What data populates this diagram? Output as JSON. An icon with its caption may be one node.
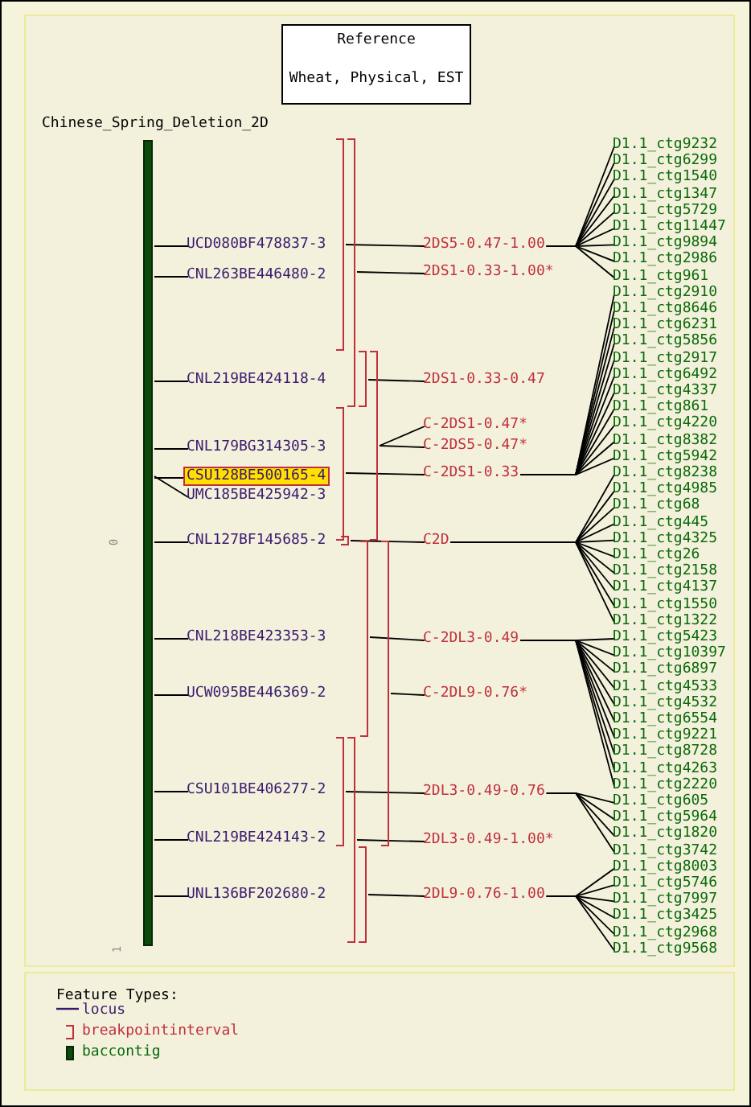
{
  "diagram": {
    "nodes": [
      {
        "text": [
          "Reference",
          "Wheat, Physical, EST"
        ]
      },
      {
        "text": [],
        "shape": "bar"
      },
      {
        "text": [
          "UCD080BF478837-3"
        ]
      },
      {
        "text": [
          "CNL263BE446480-2"
        ]
      },
      {
        "text": [
          "CNL219BE424118-4"
        ]
      },
      {
        "text": [
          "CNL179BG314305-3"
        ]
      },
      {
        "text": [
          "CSU128BE500165-4"
        ]
      },
      {
        "text": [
          "UMC185BE425942-3"
        ]
      },
      {
        "text": [
          "CNL127BF145685-2"
        ]
      },
      {
        "text": [
          "CNL218BE423353-3"
        ]
      },
      {
        "text": [
          "UCW095BE446369-2"
        ]
      },
      {
        "text": [
          "CSU101BE406277-2"
        ]
      },
      {
        "text": [
          "CNL219BE424143-2"
        ]
      },
      {
        "text": [
          "UNL136BF202680-2"
        ]
      },
      {
        "text": [],
        "shape": "bracket"
      },
      {
        "text": [],
        "shape": "bracket"
      },
      {
        "text": [],
        "shape": "bracket"
      },
      {
        "text": [],
        "shape": "bracket"
      },
      {
        "text": [],
        "shape": "bracket"
      },
      {
        "text": [],
        "shape": "bracket"
      },
      {
        "text": [],
        "shape": "bracket"
      },
      {
        "text": [],
        "shape": "bracket"
      },
      {
        "text": [],
        "shape": "bracket"
      },
      {
        "text": [],
        "shape": "bracket"
      },
      {
        "text": [],
        "shape": "bracket"
      },
      {
        "text": [
          "2DS5-0.47-1.00"
        ]
      },
      {
        "text": [
          "2DS1-0.33-1.00*"
        ]
      },
      {
        "text": [
          "2DS1-0.33-0.47"
        ]
      },
      {
        "text": [
          "C-2DS1-0.47*"
        ]
      },
      {
        "text": [
          "C-2DS5-0.47*"
        ]
      },
      {
        "text": [
          "C-2DS1-0.33"
        ]
      },
      {
        "text": [
          "C2D"
        ]
      },
      {
        "text": [
          "C-2DL3-0.49"
        ]
      },
      {
        "text": [
          "C-2DL9-0.76*"
        ]
      },
      {
        "text": [
          "2DL3-0.49-0.76"
        ]
      },
      {
        "text": [
          "2DL3-0.49-1.00*"
        ]
      },
      {
        "text": [
          "2DL9-0.76-1.00"
        ]
      },
      {
        "text": [
          "D1.1_ctg9232"
        ]
      },
      {
        "text": [
          "D1.1_ctg6299"
        ]
      },
      {
        "text": [
          "D1.1_ctg1540"
        ]
      },
      {
        "text": [
          "D1.1_ctg1347"
        ]
      },
      {
        "text": [
          "D1.1_ctg5729"
        ]
      },
      {
        "text": [
          "D1.1_ctg11447"
        ]
      },
      {
        "text": [
          "D1.1_ctg9894"
        ]
      },
      {
        "text": [
          "D1.1_ctg2986"
        ]
      },
      {
        "text": [
          "D1.1_ctg961"
        ]
      },
      {
        "text": [
          "D1.1_ctg2910"
        ]
      },
      {
        "text": [
          "D1.1_ctg8646"
        ]
      },
      {
        "text": [
          "D1.1_ctg6231"
        ]
      },
      {
        "text": [
          "D1.1_ctg5856"
        ]
      },
      {
        "text": [
          "D1.1_ctg2917"
        ]
      },
      {
        "text": [
          "D1.1_ctg6492"
        ]
      },
      {
        "text": [
          "D1.1_ctg4337"
        ]
      },
      {
        "text": [
          "D1.1_ctg861"
        ]
      },
      {
        "text": [
          "D1.1_ctg4220"
        ]
      },
      {
        "text": [
          "D1.1_ctg8382"
        ]
      },
      {
        "text": [
          "D1.1_ctg5942"
        ]
      },
      {
        "text": [
          "D1.1_ctg8238"
        ]
      },
      {
        "text": [
          "D1.1_ctg4985"
        ]
      },
      {
        "text": [
          "D1.1_ctg68"
        ]
      },
      {
        "text": [
          "D1.1_ctg445"
        ]
      },
      {
        "text": [
          "D1.1_ctg4325"
        ]
      },
      {
        "text": [
          "D1.1_ctg26"
        ]
      },
      {
        "text": [
          "D1.1_ctg2158"
        ]
      },
      {
        "text": [
          "D1.1_ctg4137"
        ]
      },
      {
        "text": [
          "D1.1_ctg1550"
        ]
      },
      {
        "text": [
          "D1.1_ctg1322"
        ]
      },
      {
        "text": [
          "D1.1_ctg5423"
        ]
      },
      {
        "text": [
          "D1.1_ctg10397"
        ]
      },
      {
        "text": [
          "D1.1_ctg6897"
        ]
      },
      {
        "text": [
          "D1.1_ctg4533"
        ]
      },
      {
        "text": [
          "D1.1_ctg4532"
        ]
      },
      {
        "text": [
          "D1.1_ctg6554"
        ]
      },
      {
        "text": [
          "D1.1_ctg9221"
        ]
      },
      {
        "text": [
          "D1.1_ctg8728"
        ]
      },
      {
        "text": [
          "D1.1_ctg4263"
        ]
      },
      {
        "text": [
          "D1.1_ctg2220"
        ]
      },
      {
        "text": [
          "D1.1_ctg605"
        ]
      },
      {
        "text": [
          "D1.1_ctg5964"
        ]
      },
      {
        "text": [
          "D1.1_ctg1820"
        ]
      },
      {
        "text": [
          "D1.1_ctg3742"
        ]
      },
      {
        "text": [
          "D1.1_ctg8003"
        ]
      },
      {
        "text": [
          "D1.1_ctg5746"
        ]
      },
      {
        "text": [
          "D1.1_ctg7997"
        ]
      },
      {
        "text": [
          "D1.1_ctg3425"
        ]
      },
      {
        "text": [
          "D1.1_ctg2968"
        ]
      },
      {
        "text": [
          "D1.1_ctg9568"
        ]
      }
    ],
    "edges": [
      {
        "from": 1,
        "to": 2,
        "arrow": "none"
      },
      {
        "from": 1,
        "to": 3,
        "arrow": "none"
      },
      {
        "from": 1,
        "to": 4,
        "arrow": "none"
      },
      {
        "from": 1,
        "to": 5,
        "arrow": "none"
      },
      {
        "from": 1,
        "to": 6,
        "arrow": "none"
      },
      {
        "from": 1,
        "to": 7,
        "arrow": "none"
      },
      {
        "from": 1,
        "to": 8,
        "arrow": "none"
      },
      {
        "from": 1,
        "to": 9,
        "arrow": "none"
      },
      {
        "from": 1,
        "to": 10,
        "arrow": "none"
      },
      {
        "from": 1,
        "to": 11,
        "arrow": "none"
      },
      {
        "from": 1,
        "to": 12,
        "arrow": "none"
      },
      {
        "from": 1,
        "to": 13,
        "arrow": "none"
      },
      {
        "from": 14,
        "to": 25,
        "arrow": "none"
      },
      {
        "from": 15,
        "to": 26,
        "arrow": "none"
      },
      {
        "from": 16,
        "to": 27,
        "arrow": "none"
      },
      {
        "from": 17,
        "to": 28,
        "arrow": "none"
      },
      {
        "from": 17,
        "to": 29,
        "arrow": "none"
      },
      {
        "from": 18,
        "to": 30,
        "arrow": "none"
      },
      {
        "from": 19,
        "to": 31,
        "arrow": "none"
      },
      {
        "from": 20,
        "to": 32,
        "arrow": "none"
      },
      {
        "from": 21,
        "to": 33,
        "arrow": "none"
      },
      {
        "from": 22,
        "to": 34,
        "arrow": "none"
      },
      {
        "from": 23,
        "to": 35,
        "arrow": "none"
      },
      {
        "from": 24,
        "to": 36,
        "arrow": "none"
      },
      {
        "from": 25,
        "to": 37,
        "arrow": "none"
      },
      {
        "from": 25,
        "to": 38,
        "arrow": "none"
      },
      {
        "from": 25,
        "to": 39,
        "arrow": "none"
      },
      {
        "from": 25,
        "to": 40,
        "arrow": "none"
      },
      {
        "from": 25,
        "to": 41,
        "arrow": "none"
      },
      {
        "from": 25,
        "to": 42,
        "arrow": "none"
      },
      {
        "from": 25,
        "to": 43,
        "arrow": "none"
      },
      {
        "from": 25,
        "to": 44,
        "arrow": "none"
      },
      {
        "from": 25,
        "to": 45,
        "arrow": "none"
      },
      {
        "from": 30,
        "to": 46,
        "arrow": "none"
      },
      {
        "from": 30,
        "to": 47,
        "arrow": "none"
      },
      {
        "from": 30,
        "to": 48,
        "arrow": "none"
      },
      {
        "from": 30,
        "to": 49,
        "arrow": "none"
      },
      {
        "from": 30,
        "to": 50,
        "arrow": "none"
      },
      {
        "from": 30,
        "to": 51,
        "arrow": "none"
      },
      {
        "from": 30,
        "to": 52,
        "arrow": "none"
      },
      {
        "from": 30,
        "to": 53,
        "arrow": "none"
      },
      {
        "from": 30,
        "to": 54,
        "arrow": "none"
      },
      {
        "from": 30,
        "to": 55,
        "arrow": "none"
      },
      {
        "from": 30,
        "to": 56,
        "arrow": "none"
      },
      {
        "from": 31,
        "to": 57,
        "arrow": "none"
      },
      {
        "from": 31,
        "to": 58,
        "arrow": "none"
      },
      {
        "from": 31,
        "to": 59,
        "arrow": "none"
      },
      {
        "from": 31,
        "to": 60,
        "arrow": "none"
      },
      {
        "from": 31,
        "to": 61,
        "arrow": "none"
      },
      {
        "from": 31,
        "to": 62,
        "arrow": "none"
      },
      {
        "from": 31,
        "to": 63,
        "arrow": "none"
      },
      {
        "from": 31,
        "to": 64,
        "arrow": "none"
      },
      {
        "from": 31,
        "to": 65,
        "arrow": "none"
      },
      {
        "from": 31,
        "to": 66,
        "arrow": "none"
      },
      {
        "from": 32,
        "to": 67,
        "arrow": "none"
      },
      {
        "from": 32,
        "to": 68,
        "arrow": "none"
      },
      {
        "from": 32,
        "to": 69,
        "arrow": "none"
      },
      {
        "from": 32,
        "to": 70,
        "arrow": "none"
      },
      {
        "from": 32,
        "to": 71,
        "arrow": "none"
      },
      {
        "from": 32,
        "to": 72,
        "arrow": "none"
      },
      {
        "from": 32,
        "to": 73,
        "arrow": "none"
      },
      {
        "from": 32,
        "to": 74,
        "arrow": "none"
      },
      {
        "from": 32,
        "to": 75,
        "arrow": "none"
      },
      {
        "from": 32,
        "to": 76,
        "arrow": "none"
      },
      {
        "from": 34,
        "to": 77,
        "arrow": "none"
      },
      {
        "from": 34,
        "to": 78,
        "arrow": "none"
      },
      {
        "from": 34,
        "to": 79,
        "arrow": "none"
      },
      {
        "from": 34,
        "to": 80,
        "arrow": "none"
      },
      {
        "from": 36,
        "to": 81,
        "arrow": "none"
      },
      {
        "from": 36,
        "to": 82,
        "arrow": "none"
      },
      {
        "from": 36,
        "to": 83,
        "arrow": "none"
      },
      {
        "from": 36,
        "to": 84,
        "arrow": "none"
      },
      {
        "from": 36,
        "to": 85,
        "arrow": "none"
      },
      {
        "from": 36,
        "to": 86,
        "arrow": "none"
      }
    ],
    "labels": [
      "Chinese_Spring_Deletion_2D",
      "0",
      "1",
      "Feature Types:"
    ],
    "legend": [
      {
        "text": "locus"
      },
      {
        "text": "breakpointinterval"
      },
      {
        "text": "baccontig"
      }
    ]
  }
}
